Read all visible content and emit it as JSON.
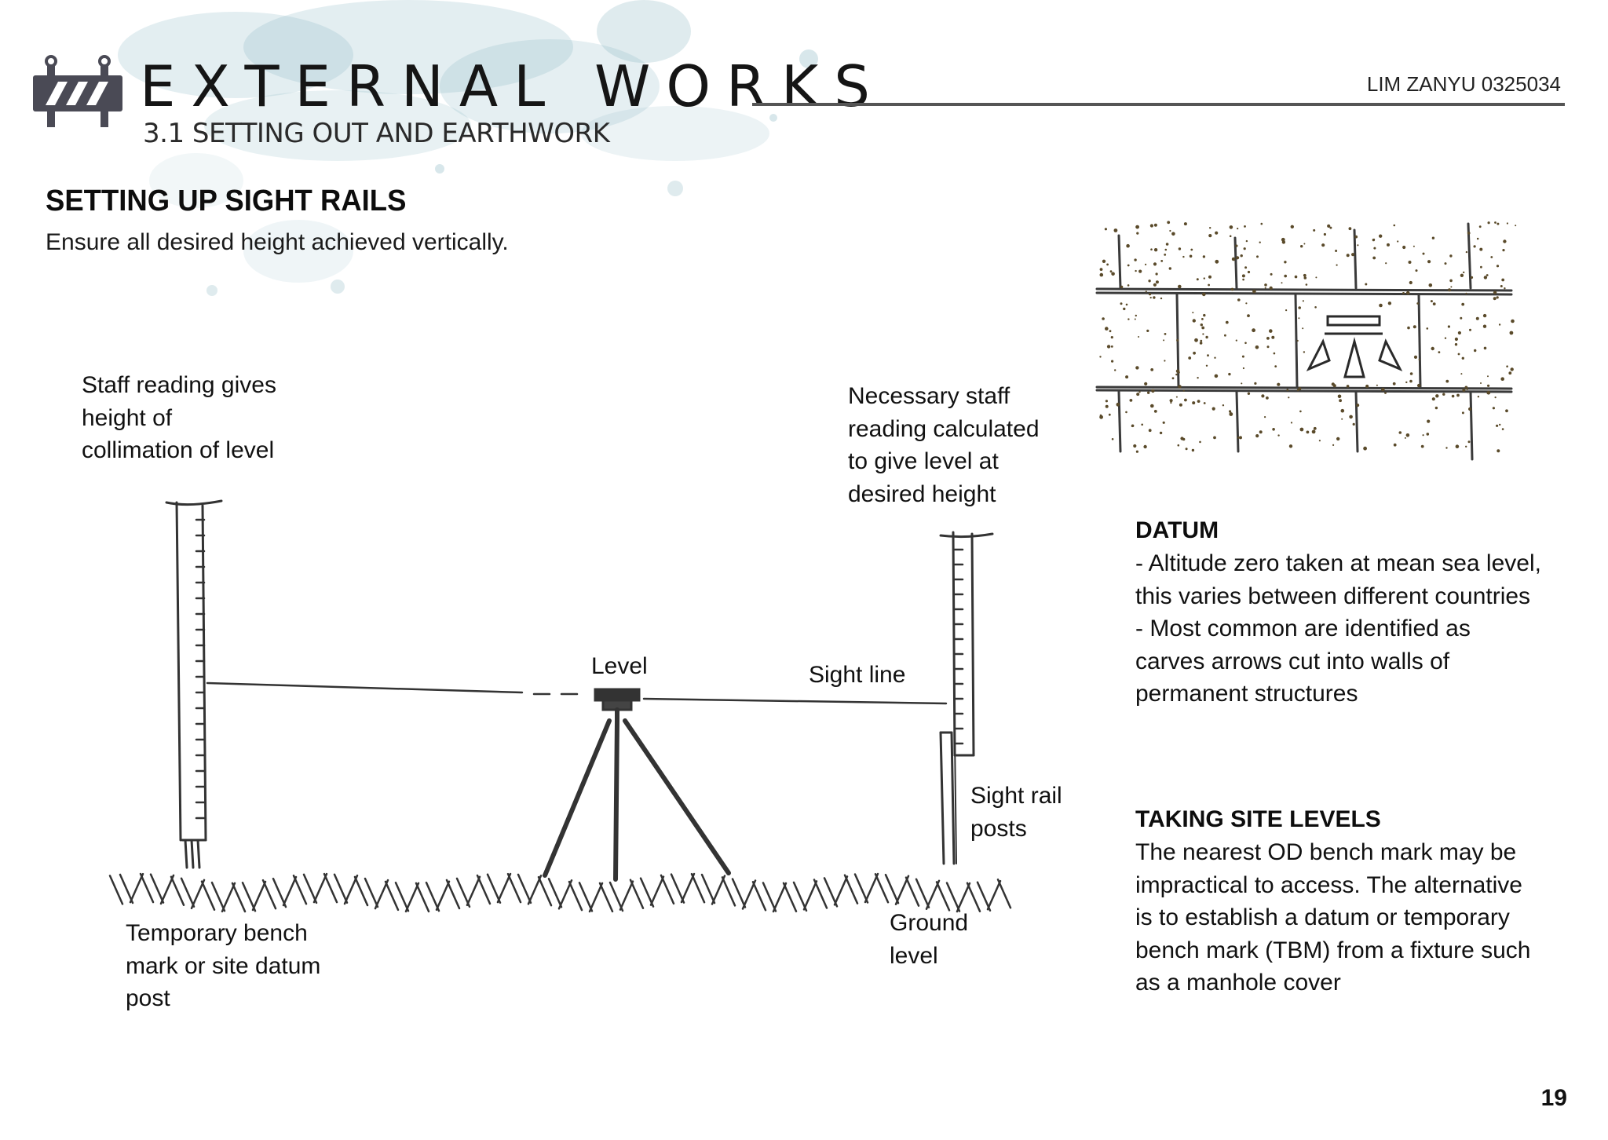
{
  "header": {
    "title": "EXTERNAL WORKS",
    "subtitle": "3.1 SETTING OUT AND EARTHWORK",
    "author": "LIM ZANYU  0325034",
    "icon": "road-barrier-icon",
    "accent_color": "#7fb0bd"
  },
  "section": {
    "heading": "SETTING UP SIGHT RAILS",
    "subheading": "Ensure all desired height achieved vertically."
  },
  "diagram": {
    "labels": {
      "staff_reading": [
        "Staff reading gives",
        "height of",
        "collimation of level"
      ],
      "necessary_staff": [
        "Necessary staff",
        "reading calculated",
        "to give level at",
        "desired height"
      ],
      "level": "Level",
      "sight_line": "Sight line",
      "sight_rail_posts": [
        "Sight rail",
        "posts"
      ],
      "ground_level": [
        "Ground",
        "level"
      ],
      "temporary_bench": [
        "Temporary bench",
        "mark or site datum",
        "post"
      ]
    }
  },
  "notes": {
    "datum": {
      "heading": "DATUM",
      "lines": [
        "- Altitude zero taken at mean sea level,",
        "this varies between different countries",
        "- Most common are identified as",
        "carves arrows cut into walls of",
        "permanent structures"
      ]
    },
    "site_levels": {
      "heading": "TAKING SITE LEVELS",
      "lines": [
        "The nearest OD bench mark may be",
        "impractical to access. The alternative",
        "is to establish a datum or temporary",
        "bench mark (TBM) from a fixture such",
        "as a manhole cover"
      ]
    }
  },
  "footer": {
    "page_number": "19"
  }
}
